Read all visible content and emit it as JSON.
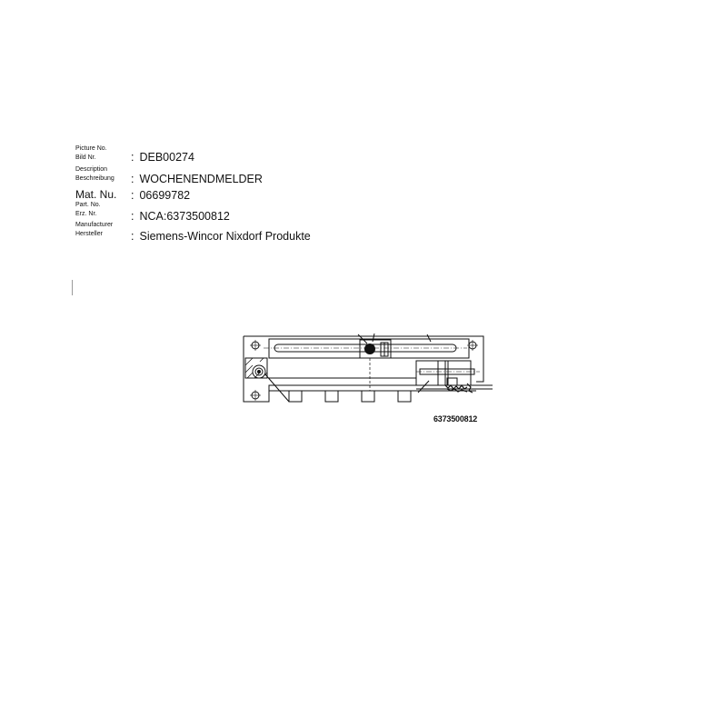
{
  "info": {
    "picture_no": {
      "label_en": "Picture No.",
      "label_de": "Bild Nr.",
      "value": "DEB00274"
    },
    "description": {
      "label_en": "Description",
      "label_de": "Beschreibung",
      "value": "WOCHENENDMELDER"
    },
    "mat_nu": {
      "label": "Mat. Nu.",
      "value": "06699782"
    },
    "part_no": {
      "label_en": "Part. No.",
      "label_de": "Erz. Nr.",
      "value": "NCA:6373500812"
    },
    "manufacturer": {
      "label_en": "Manufacturer",
      "label_de": "Hersteller",
      "value": "Siemens-Wincor Nixdorf Produkte"
    },
    "separator": ":"
  },
  "drawing": {
    "caption": "6373500812",
    "description": "technical-drawing-wochenendmelder"
  },
  "colors": {
    "line": "#111111",
    "background": "#ffffff"
  }
}
